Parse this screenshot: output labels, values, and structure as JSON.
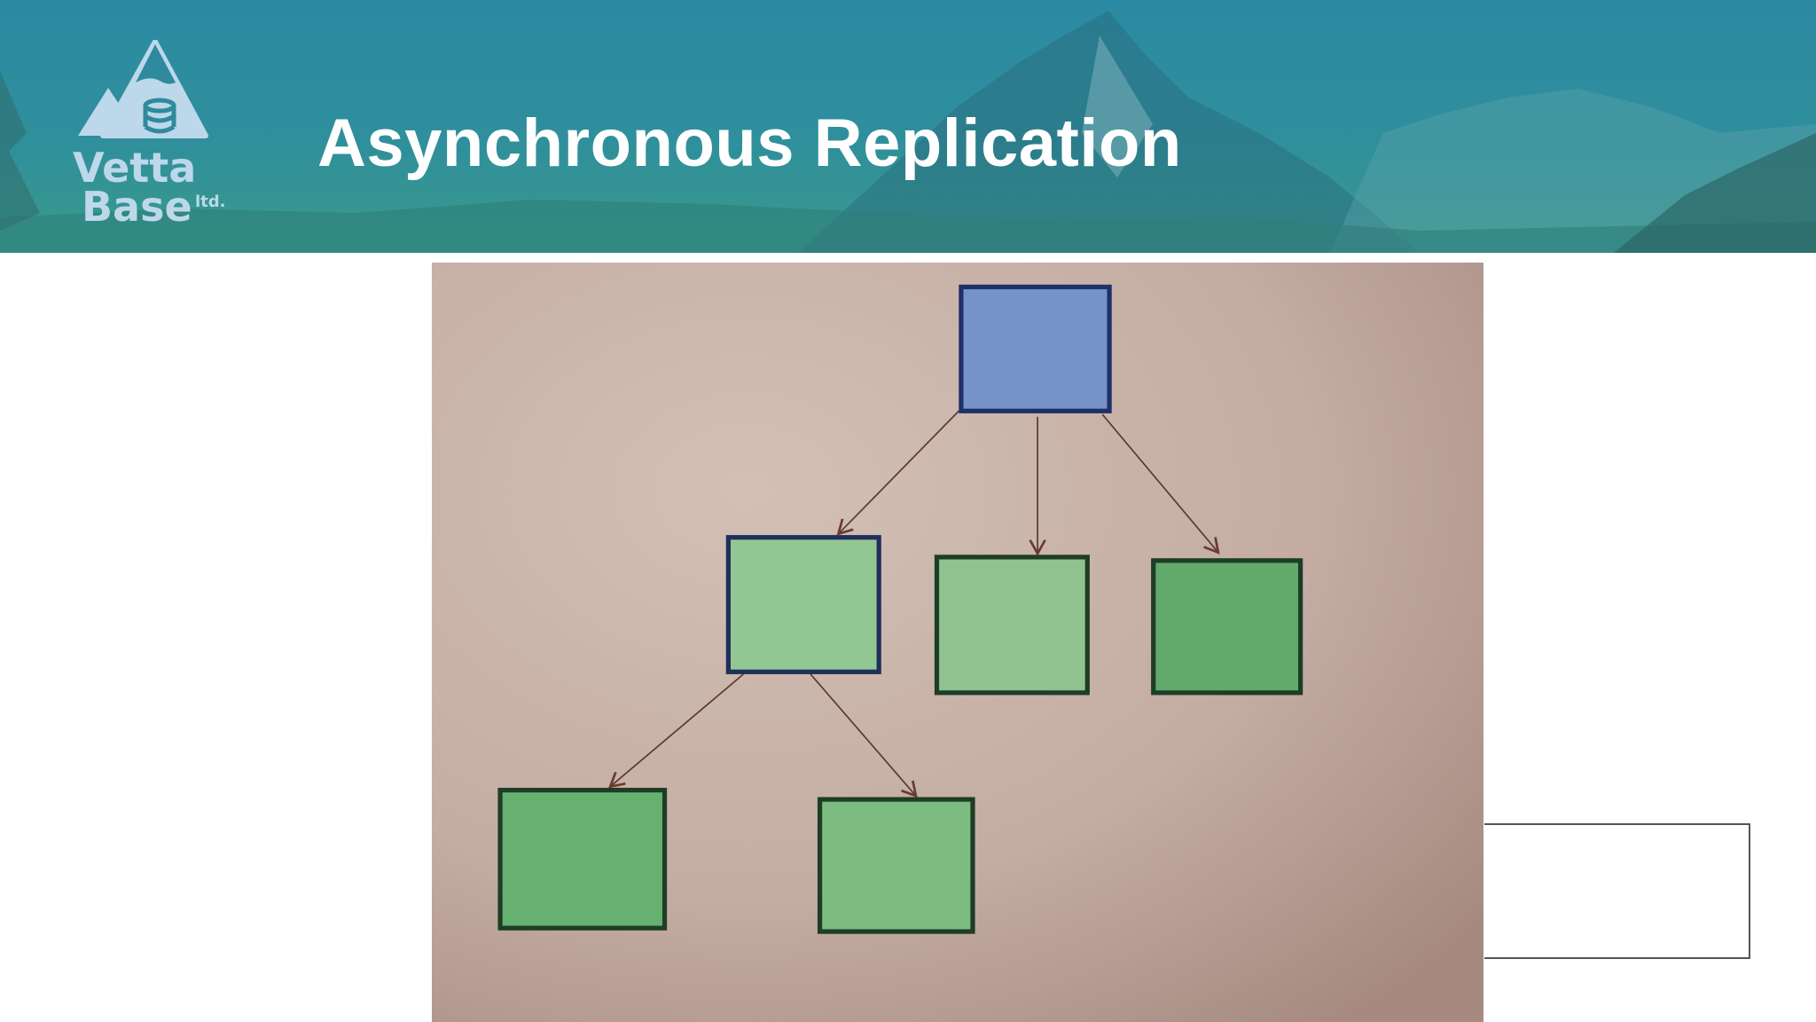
{
  "header": {
    "title": "Asynchronous Replication",
    "logo": {
      "line1": "Vetta",
      "line2": "Base",
      "suffix": "ltd."
    },
    "colors": {
      "banner_top": "#2b8aa3",
      "banner_bottom": "#3a9a8a",
      "logo": "#bcd8ea"
    }
  },
  "diagram": {
    "style": "hand-drawn on paper",
    "nodes": [
      {
        "id": "primary",
        "color": "#6f8fc6",
        "role": "source"
      },
      {
        "id": "replica-1",
        "color": "#8fc48f"
      },
      {
        "id": "replica-2",
        "color": "#8fc48f"
      },
      {
        "id": "replica-3",
        "color": "#5fa86a"
      },
      {
        "id": "replica-1a",
        "color": "#62ad6d"
      },
      {
        "id": "replica-1b",
        "color": "#7cbb80"
      }
    ],
    "edges": [
      [
        "primary",
        "replica-1"
      ],
      [
        "primary",
        "replica-2"
      ],
      [
        "primary",
        "replica-3"
      ],
      [
        "replica-1",
        "replica-1a"
      ],
      [
        "replica-1",
        "replica-1b"
      ]
    ]
  }
}
